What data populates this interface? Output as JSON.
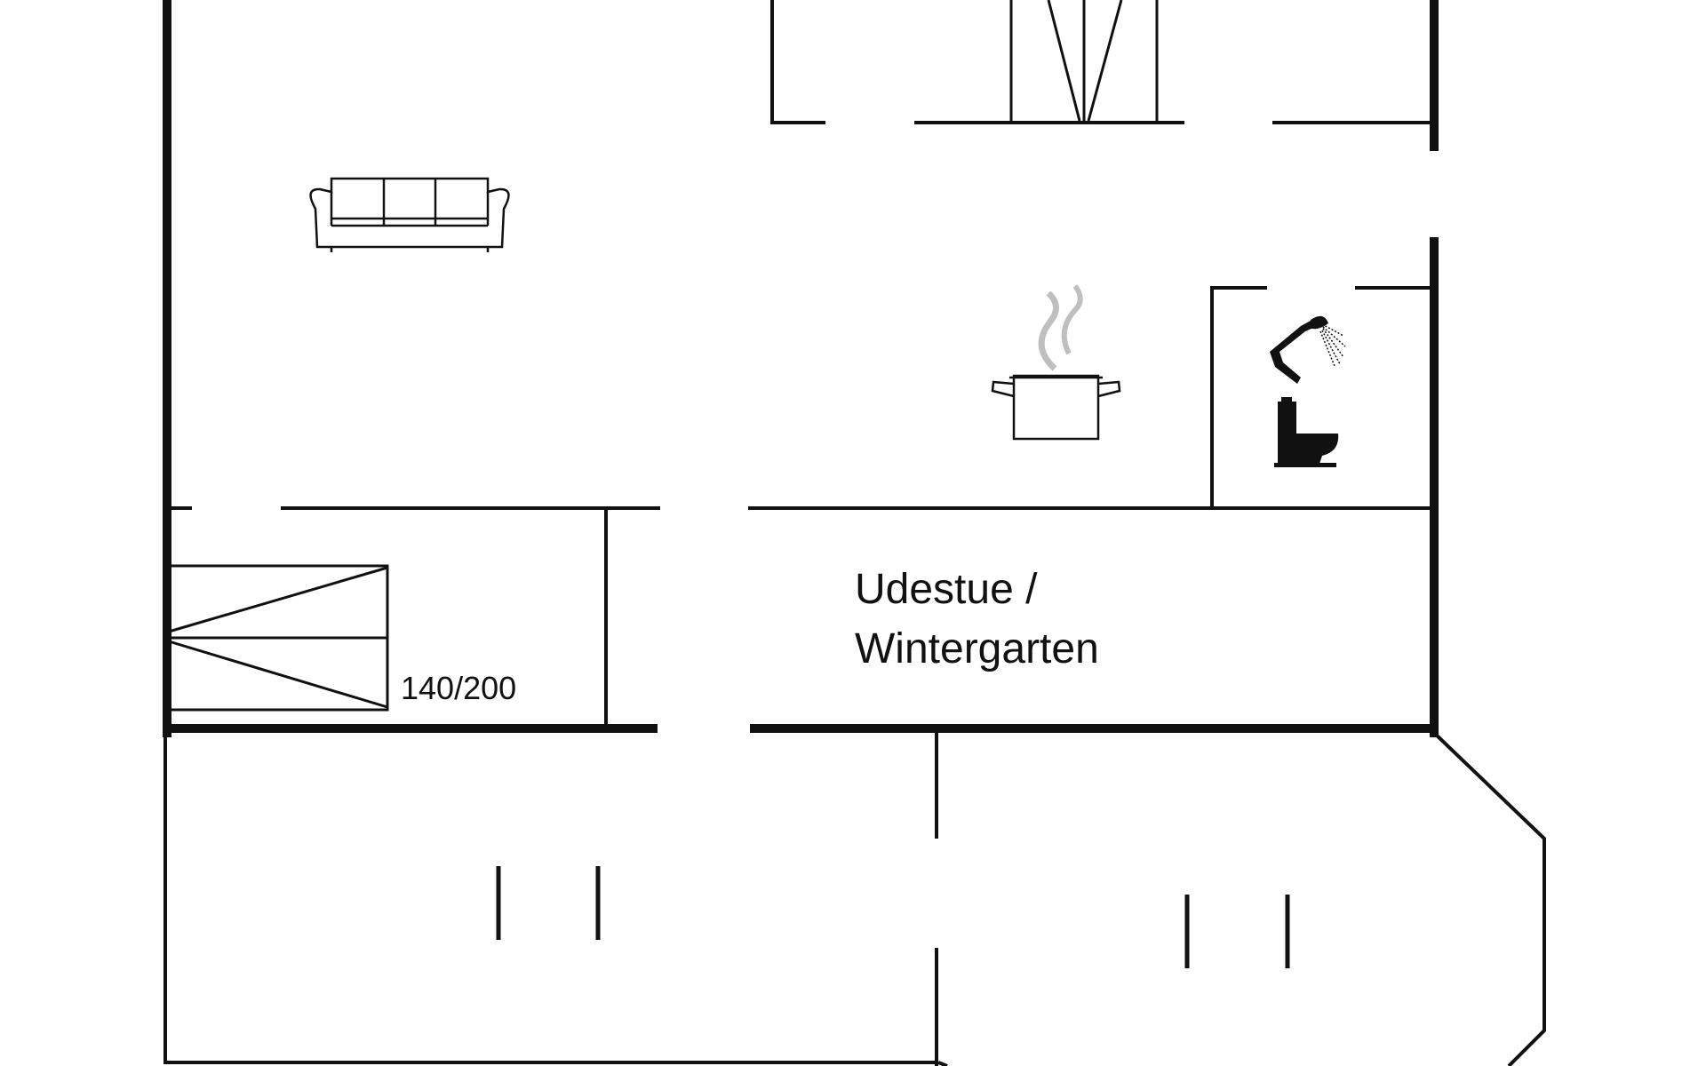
{
  "floorplan": {
    "rooms": [
      {
        "name": "Udestue /"
      },
      {
        "name": "Wintergarten"
      }
    ],
    "bed_size": "140/200",
    "icons": [
      "sofa-icon",
      "cooking-pot-icon",
      "shower-icon",
      "toilet-icon",
      "bed-icon"
    ],
    "colors": {
      "wall": "#111111",
      "steam": "#bfbfbf",
      "background": "#ffffff"
    }
  }
}
